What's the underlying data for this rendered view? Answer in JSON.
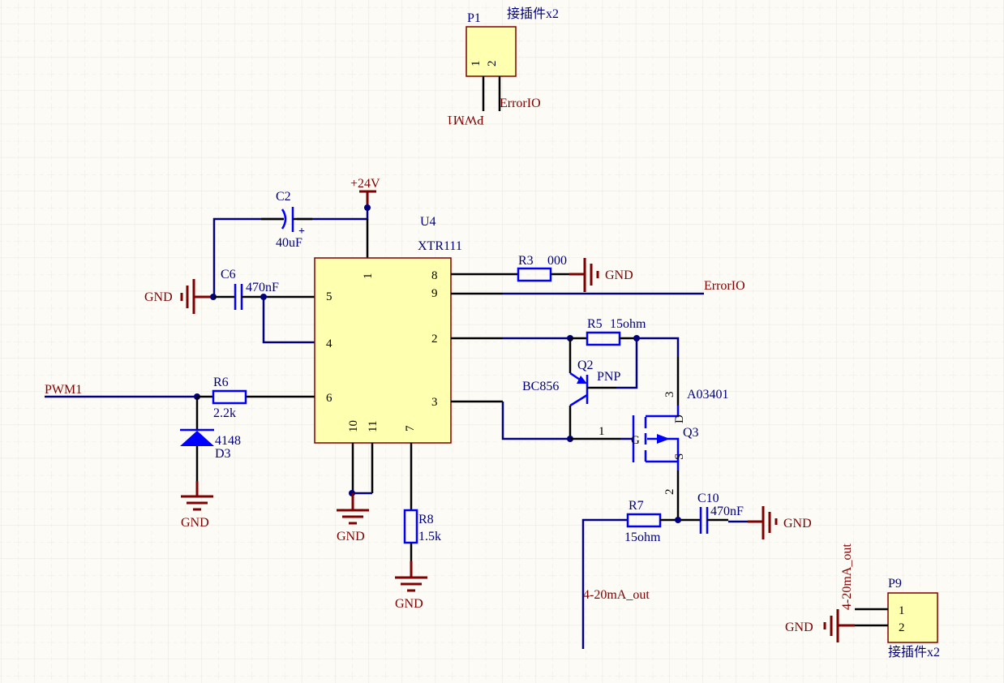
{
  "colors": {
    "background": "#fdfbf5",
    "grid": "#ebe9e2",
    "wire": "#00007f",
    "pin_wire": "#000000",
    "component": "#0000ff",
    "power": "#7f0000",
    "ic_body": "#ffffb0",
    "ic_border": "#800000"
  },
  "connectors": {
    "p1": {
      "ref": "P1",
      "value": "接插件x2",
      "pins": [
        "1",
        "2"
      ],
      "nets": [
        "PWM1",
        "ErrorIO"
      ]
    },
    "p9": {
      "ref": "P9",
      "value": "接插件x2",
      "pins": [
        "1",
        "2"
      ],
      "nets": [
        "4-20mA_out",
        "GND"
      ]
    }
  },
  "u4": {
    "ref": "U4",
    "value": "XTR111",
    "pins": {
      "p1": "1",
      "p2": "2",
      "p3": "3",
      "p4": "4",
      "p5": "5",
      "p6": "6",
      "p7": "7",
      "p8": "8",
      "p9": "9",
      "p10": "10",
      "p11": "11"
    }
  },
  "components": {
    "c2": {
      "ref": "C2",
      "value": "40uF",
      "polarity": "+"
    },
    "c6": {
      "ref": "C6",
      "value": "470nF"
    },
    "c10": {
      "ref": "C10",
      "value": "470nF"
    },
    "r3": {
      "ref": "R3",
      "value": "000"
    },
    "r5": {
      "ref": "R5",
      "value": "15ohm"
    },
    "r6": {
      "ref": "R6",
      "value": "2.2k"
    },
    "r7": {
      "ref": "R7",
      "value": "15ohm"
    },
    "r8": {
      "ref": "R8",
      "value": "1.5k"
    },
    "d3": {
      "ref": "D3",
      "value": "4148"
    },
    "q2": {
      "ref": "Q2",
      "value": "BC856",
      "type": "PNP"
    },
    "q3": {
      "ref": "Q3",
      "value": "A03401",
      "pin_g": "G",
      "pin_d": "D",
      "pin_s": "S",
      "pin_1": "1",
      "pin_2": "2",
      "pin_3": "3"
    }
  },
  "power": {
    "vcc": "+24V",
    "gnd": "GND"
  },
  "nets": {
    "pwm1": "PWM1",
    "error_io": "ErrorIO",
    "out": "4-20mA_out"
  }
}
